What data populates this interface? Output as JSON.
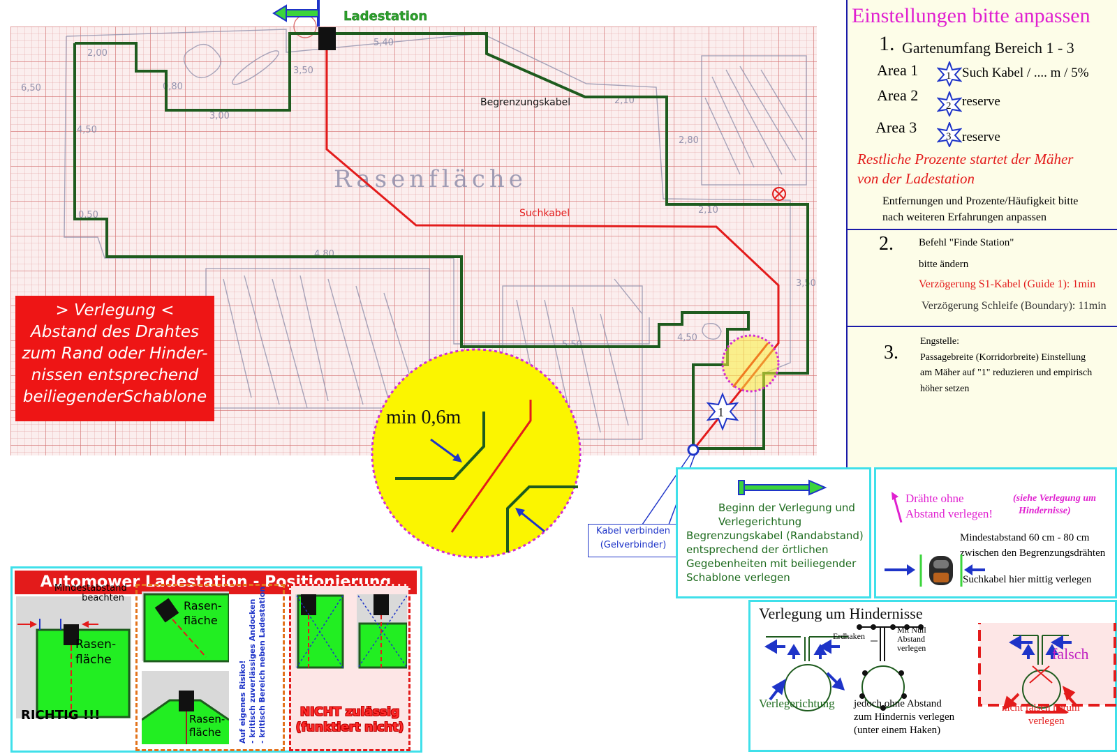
{
  "plan": {
    "ladestation_label": "Ladestation",
    "begrenzungskabel_label": "Begrenzungskabel",
    "suchkabel_label": "Suchkabel",
    "rasenflaeche_sketch": "Rasenfläche",
    "min_distance_label": "min 0,6m",
    "star_number": "1",
    "kabel_verbinden_line1": "Kabel verbinden",
    "kabel_verbinden_line2": "(Gelverbinder)",
    "sketch_measures": [
      "2,00",
      "5,40",
      "3,00",
      "2,10",
      "2,10",
      "0,80",
      "4,50",
      "2,80",
      "5,50",
      "4,80",
      "3,50",
      "3,50",
      "6,50",
      "4,50",
      "0,50"
    ]
  },
  "red_note": {
    "lines": [
      "> Verlegung <",
      "Abstand des Drahtes",
      "zum Rand oder Hinder-",
      "nissen entsprechend",
      "beiliegenderSchablone"
    ]
  },
  "settings": {
    "title": "Einstellungen bitte anpassen",
    "s1_number": "1.",
    "s1_heading": "Gartenumfang Bereich 1 - 3",
    "areas": [
      {
        "label": "Area 1",
        "star": "1",
        "text": "Such Kabel / .... m / 5%"
      },
      {
        "label": "Area 2",
        "star": "2",
        "text": "reserve"
      },
      {
        "label": "Area 3",
        "star": "3",
        "text": "reserve"
      }
    ],
    "rest_line1": "Restliche Prozente  startet der Mäher",
    "rest_line2": "von der Ladestation",
    "hint_line1": "Entfernungen und Prozente/Häufigkeit bitte",
    "hint_line2": "nach weiteren Erfahrungen anpassen",
    "s2_number": "2.",
    "s2_line1": "Befehl \"Finde Station\"",
    "s2_line2": "bitte ändern",
    "s2_line3": "Verzögerung S1-Kabel (Guide 1): 1min",
    "s2_line4": "Verzögerung Schleife (Boundary): 11min",
    "s3_number": "3.",
    "s3_line1": "Engstelle:",
    "s3_line2": "Passagebreite (Korridorbreite) Einstellung",
    "s3_line3": "am Mäher auf \"1\" reduzieren und empirisch",
    "s3_line4": "höher setzen"
  },
  "start_box": {
    "line1": "Beginn der Verlegung und",
    "line2": "Verlegerichtung",
    "line3": "Begrenzungskabel (Randabstand)",
    "line4": "entsprechend der örtlichen",
    "line5": "Gegebenheiten mit beiliegender",
    "line6": "Schablone verlegen"
  },
  "wire_box": {
    "pink1": "Drähte ohne",
    "pink2": "Abstand verlegen!",
    "ref1": "(siehe Verlegung um",
    "ref2": "Hindernisse)",
    "min1": "Mindestabstand 60 cm - 80 cm",
    "min2": "zwischen den Begrenzungsdrähten",
    "such": "Suchkabel hier mittig verlegen"
  },
  "obstacle_box": {
    "title": "Verlegung um Hindernisse",
    "verlegerichtung": "Verlegerichtung",
    "erdhaken": "Erdhaken",
    "mit_null1": "Mit Null",
    "mit_null2": "Abstand",
    "mit_null3": "verlegen",
    "jedoch1": "jedoch ohne Abstand",
    "jedoch2": "zum Hindernis verlegen",
    "jedoch3": "(unter einem Haken)",
    "falsch": "falsch",
    "nicht1": "nicht falsch herum",
    "nicht2": "verlegen"
  },
  "lade_box": {
    "title": "Automower Ladestation - Positionierung",
    "mind1": "Mindestabstand",
    "mind2": "beachten",
    "rasen_a1": "Rasen-",
    "rasen_a2": "fläche",
    "richtig": "RICHTIG !!!",
    "rasen_b1": "Rasen-",
    "rasen_b2": "fläche",
    "rasen_c1": "Rasen-",
    "rasen_c2": "fläche",
    "risk1": "Auf eigenes Risiko!",
    "risk2": "- kritisch zuverlässiges Andocken",
    "risk3": "- kritisch Bereich neben Ladestation",
    "nicht1": "NICHT zulässig",
    "nicht2": "(funktiert nicht)"
  }
}
